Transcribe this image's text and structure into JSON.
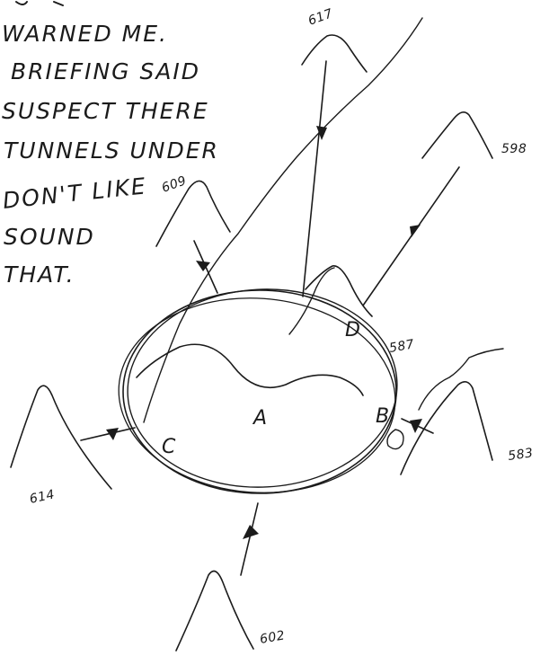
{
  "note": {
    "lines": [
      "WARNED ME.",
      "BRIEFING SAID",
      "SUSPECT THERE",
      "TUNNELS UNDER",
      "DON'T LIKE",
      "SOUND",
      "THAT."
    ]
  },
  "peaks": {
    "p617": "617",
    "p598": "598",
    "p609": "609",
    "p587": "587",
    "p583": "583",
    "p614": "614",
    "p602": "602"
  },
  "points": {
    "a": "A",
    "b": "B",
    "c": "C",
    "d": "D"
  },
  "colors": {
    "ink": "#1b1b1b",
    "paper": "#ffffff"
  }
}
